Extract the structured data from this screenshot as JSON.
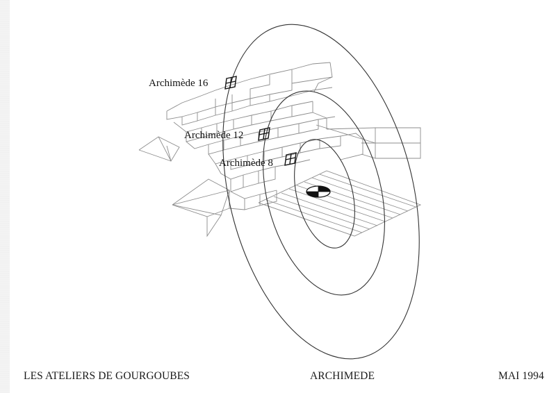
{
  "diagram": {
    "type": "architectural-plan-axonometric",
    "labels": [
      {
        "text": "Archimède 16",
        "marker": "parallelogram-marker"
      },
      {
        "text": "Archimède 12",
        "marker": "parallelogram-marker"
      },
      {
        "text": "Archimède 8",
        "marker": "parallelogram-marker"
      }
    ],
    "center_symbol": "target-quartered-disc",
    "contour_ellipses": 3,
    "line_color": "#8a8a8a",
    "ellipse_color": "#3a3a3a"
  },
  "footer": {
    "left": "LES ATELIERS DE GOURGOUBES",
    "center": "ARCHIMEDE",
    "right": "MAI 1994"
  }
}
